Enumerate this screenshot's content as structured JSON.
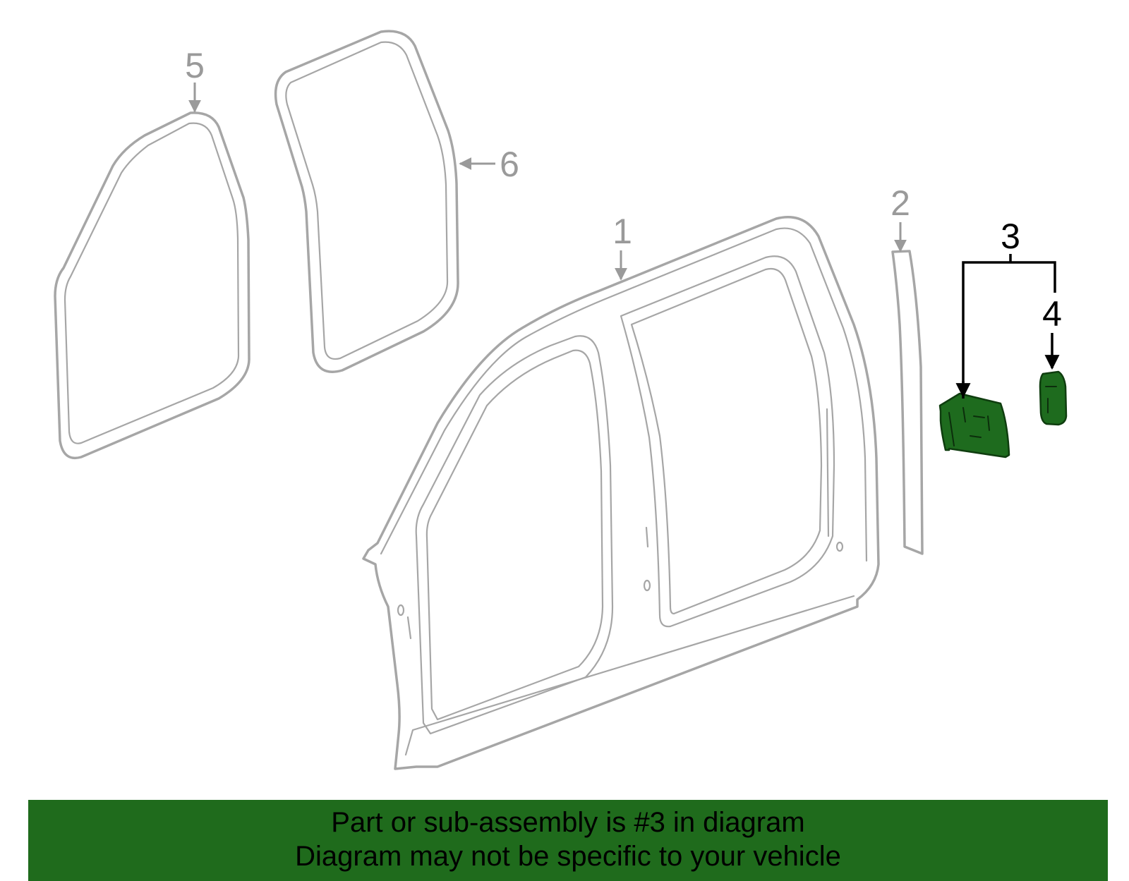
{
  "callouts": {
    "c1": "1",
    "c2": "2",
    "c3": "3",
    "c4": "4",
    "c5": "5",
    "c6": "6"
  },
  "banner": {
    "line1": "Part or sub-assembly is #3 in diagram",
    "line2": "Diagram may not be specific to your vehicle"
  },
  "colors": {
    "highlight": "#1f6b1c",
    "outline": "#a6a6a6",
    "callout_grey": "#9a9a9a"
  }
}
